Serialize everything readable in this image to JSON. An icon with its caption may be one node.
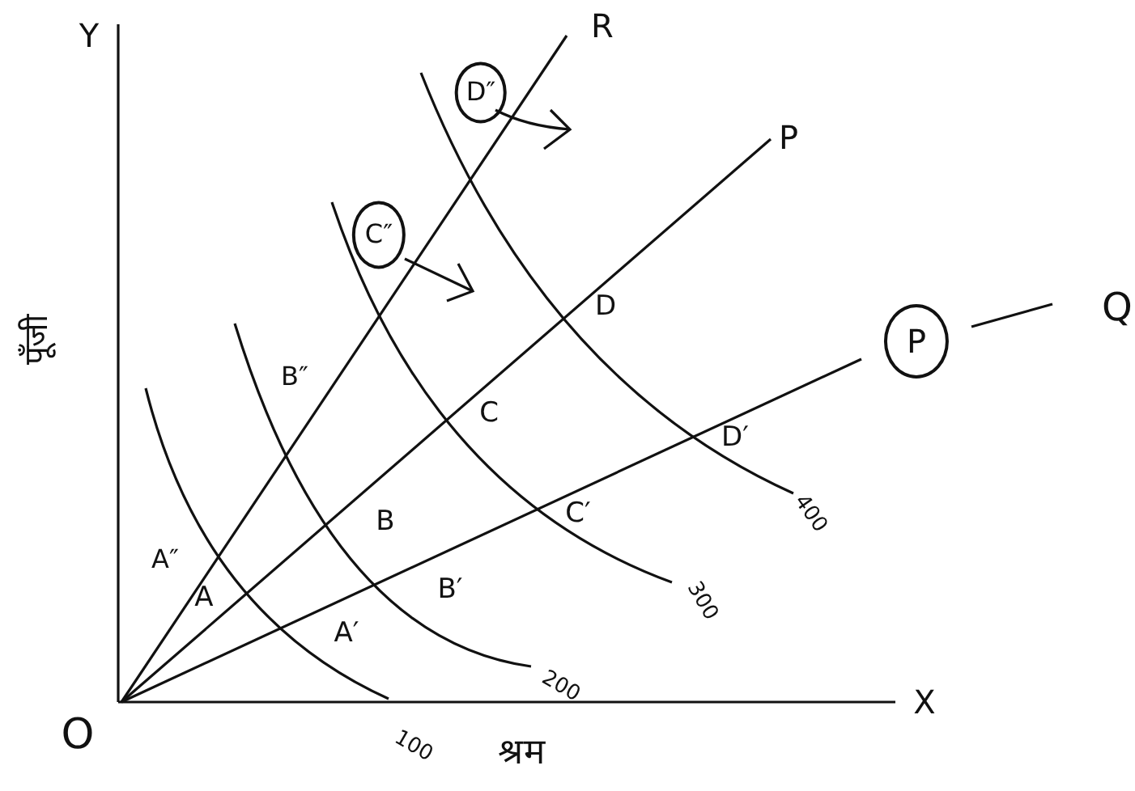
{
  "diagram": {
    "labels": [
      "Y",
      "R",
      "D″",
      "P",
      "C″",
      "D",
      "पूँजी",
      "P",
      "Q",
      "B″",
      "C",
      "D′",
      "A″",
      "B",
      "C′",
      "400",
      "A",
      "B′",
      "300",
      "A′",
      "200",
      "O",
      "100",
      "X",
      "श्रम"
    ]
  }
}
